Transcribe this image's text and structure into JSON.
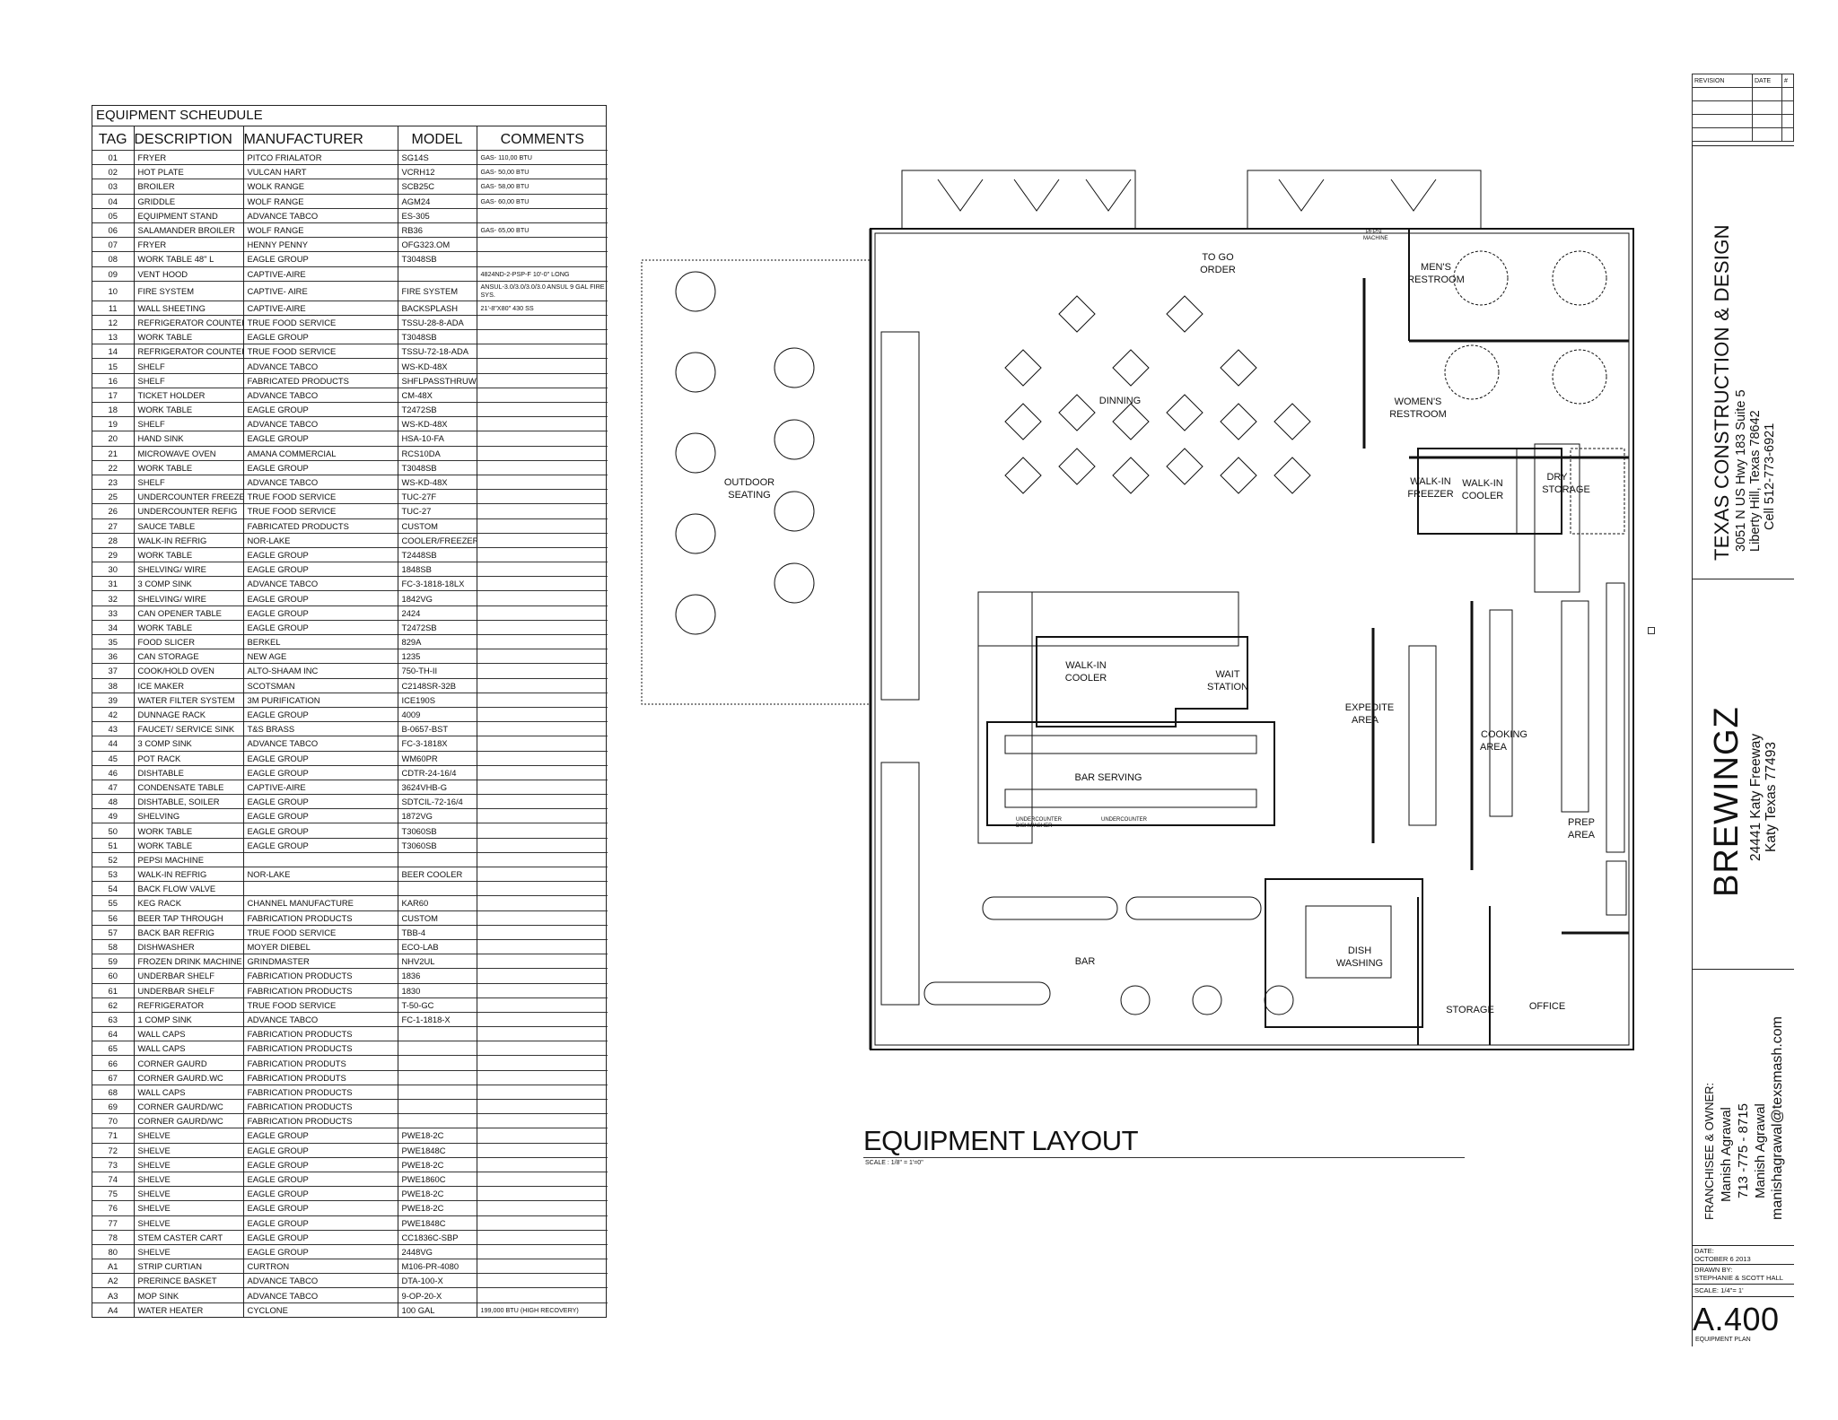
{
  "schedule": {
    "title": "EQUIPMENT SCHEUDULE",
    "headers": [
      "TAG",
      "DESCRIPTION",
      "MANUFACTURER",
      "MODEL",
      "COMMENTS"
    ],
    "rows": [
      [
        "01",
        "FRYER",
        "PITCO FRIALATOR",
        "SG14S",
        "GAS- 110,00 BTU"
      ],
      [
        "02",
        "HOT PLATE",
        "VULCAN HART",
        "VCRH12",
        "GAS- 50,00 BTU"
      ],
      [
        "03",
        "BROILER",
        "WOLK RANGE",
        "SCB25C",
        "GAS- 58,00 BTU"
      ],
      [
        "04",
        "GRIDDLE",
        "WOLF RANGE",
        "AGM24",
        "GAS- 60,00 BTU"
      ],
      [
        "05",
        "EQUIPMENT STAND",
        "ADVANCE TABCO",
        "ES-305",
        ""
      ],
      [
        "06",
        "SALAMANDER BROILER",
        "WOLF RANGE",
        "RB36",
        "GAS- 65,00 BTU"
      ],
      [
        "07",
        "FRYER",
        "HENNY PENNY",
        "OFG323.OM",
        ""
      ],
      [
        "08",
        "WORK TABLE 48\" L",
        "EAGLE GROUP",
        "T3048SB",
        ""
      ],
      [
        "09",
        "VENT HOOD",
        "CAPTIVE-AIRE",
        "",
        "4824ND-2-PSP-F 10'-0\" LONG"
      ],
      [
        "10",
        "FIRE SYSTEM",
        "CAPTIVE- AIRE",
        "FIRE SYSTEM",
        "ANSUL-3.0/3.0/3.0/3.0 ANSUL 9 GAL FIRE SYS."
      ],
      [
        "11",
        "WALL SHEETING",
        "CAPTIVE-AIRE",
        "BACKSPLASH",
        "21'-8\"X80\" 430 SS"
      ],
      [
        "12",
        "REFRIGERATOR COUNTER",
        "TRUE FOOD SERVICE",
        "TSSU-28-8-ADA",
        ""
      ],
      [
        "13",
        "WORK TABLE",
        "EAGLE GROUP",
        "T3048SB",
        ""
      ],
      [
        "14",
        "REFRIGERATOR COUNTER",
        "TRUE FOOD SERVICE",
        "TSSU-72-18-ADA",
        ""
      ],
      [
        "15",
        "SHELF",
        "ADVANCE TABCO",
        "WS-KD-48X",
        ""
      ],
      [
        "16",
        "SHELF",
        "FABRICATED PRODUCTS",
        "SHFLPASSTHRUWING",
        ""
      ],
      [
        "17",
        "TICKET HOLDER",
        "ADVANCE TABCO",
        "CM-48X",
        ""
      ],
      [
        "18",
        "WORK TABLE",
        "EAGLE GROUP",
        "T2472SB",
        ""
      ],
      [
        "19",
        "SHELF",
        "ADVANCE TABCO",
        "WS-KD-48X",
        ""
      ],
      [
        "20",
        "HAND SINK",
        "EAGLE GROUP",
        "HSA-10-FA",
        ""
      ],
      [
        "21",
        "MICROWAVE OVEN",
        "AMANA COMMERCIAL",
        "RCS10DA",
        ""
      ],
      [
        "22",
        "WORK TABLE",
        "EAGLE GROUP",
        "T3048SB",
        ""
      ],
      [
        "23",
        "SHELF",
        "ADVANCE TABCO",
        "WS-KD-48X",
        ""
      ],
      [
        "25",
        "UNDERCOUNTER FREEZER",
        "TRUE FOOD SERVICE",
        "TUC-27F",
        ""
      ],
      [
        "26",
        "UNDERCOUNTER REFIG",
        "TRUE FOOD SERVICE",
        "TUC-27",
        ""
      ],
      [
        "27",
        "SAUCE TABLE",
        "FABRICATED PRODUCTS",
        "CUSTOM",
        ""
      ],
      [
        "28",
        "WALK-IN REFRIG",
        "NOR-LAKE",
        "COOLER/FREEZER",
        ""
      ],
      [
        "29",
        "WORK TABLE",
        "EAGLE GROUP",
        "T2448SB",
        ""
      ],
      [
        "30",
        "SHELVING/ WIRE",
        "EAGLE GROUP",
        "1848SB",
        ""
      ],
      [
        "31",
        "3 COMP SINK",
        "ADVANCE TABCO",
        "FC-3-1818-18LX",
        ""
      ],
      [
        "32",
        "SHELVING/ WIRE",
        "EAGLE GROUP",
        "1842VG",
        ""
      ],
      [
        "33",
        "CAN OPENER TABLE",
        "EAGLE GROUP",
        "2424",
        ""
      ],
      [
        "34",
        "WORK TABLE",
        "EAGLE GROUP",
        "T2472SB",
        ""
      ],
      [
        "35",
        "FOOD SLICER",
        "BERKEL",
        "829A",
        ""
      ],
      [
        "36",
        "CAN STORAGE",
        "NEW AGE",
        "1235",
        ""
      ],
      [
        "37",
        "COOK/HOLD OVEN",
        "ALTO-SHAAM INC",
        "750-TH-II",
        ""
      ],
      [
        "38",
        "ICE MAKER",
        "SCOTSMAN",
        "C2148SR-32B",
        ""
      ],
      [
        "39",
        "WATER FILTER SYSTEM",
        "3M PURIFICATION",
        "ICE190S",
        ""
      ],
      [
        "42",
        "DUNNAGE RACK",
        "EAGLE GROUP",
        "4009",
        ""
      ],
      [
        "43",
        "FAUCET/ SERVICE SINK",
        "T&S BRASS",
        "B-0657-BST",
        ""
      ],
      [
        "44",
        "3 COMP SINK",
        "ADVANCE TABCO",
        "FC-3-1818X",
        ""
      ],
      [
        "45",
        "POT RACK",
        "EAGLE GROUP",
        "WM60PR",
        ""
      ],
      [
        "46",
        "DISHTABLE",
        "EAGLE GROUP",
        "CDTR-24-16/4",
        ""
      ],
      [
        "47",
        "CONDENSATE TABLE",
        "CAPTIVE-AIRE",
        "3624VHB-G",
        ""
      ],
      [
        "48",
        "DISHTABLE, SOILER",
        "EAGLE GROUP",
        "SDTCIL-72-16/4",
        ""
      ],
      [
        "49",
        "SHELVING",
        "EAGLE GROUP",
        "1872VG",
        ""
      ],
      [
        "50",
        "WORK TABLE",
        "EAGLE GROUP",
        "T3060SB",
        ""
      ],
      [
        "51",
        "WORK TABLE",
        "EAGLE GROUP",
        "T3060SB",
        ""
      ],
      [
        "52",
        "PEPSI MACHINE",
        "",
        "",
        ""
      ],
      [
        "53",
        "WALK-IN REFRIG",
        "NOR-LAKE",
        "BEER COOLER",
        ""
      ],
      [
        "54",
        "BACK FLOW VALVE",
        "",
        "",
        ""
      ],
      [
        "55",
        "KEG RACK",
        "CHANNEL MANUFACTURE",
        "KAR60",
        ""
      ],
      [
        "56",
        "BEER TAP THROUGH",
        "FABRICATION PRODUCTS",
        "CUSTOM",
        ""
      ],
      [
        "57",
        "BACK BAR REFRIG",
        "TRUE FOOD SERVICE",
        "TBB-4",
        ""
      ],
      [
        "58",
        "DISHWASHER",
        "MOYER DIEBEL",
        "ECO-LAB",
        ""
      ],
      [
        "59",
        "FROZEN DRINK MACHINE",
        "GRINDMASTER",
        "NHV2UL",
        ""
      ],
      [
        "60",
        "UNDERBAR SHELF",
        "FABRICATION PRODUCTS",
        "1836",
        ""
      ],
      [
        "61",
        "UNDERBAR SHELF",
        "FABRICATION PRODUCTS",
        "1830",
        ""
      ],
      [
        "62",
        "REFRIGERATOR",
        "TRUE FOOD SERVICE",
        "T-50-GC",
        ""
      ],
      [
        "63",
        "1 COMP SINK",
        "ADVANCE TABCO",
        "FC-1-1818-X",
        ""
      ],
      [
        "64",
        "WALL CAPS",
        "FABRICATION PRODUCTS",
        "",
        ""
      ],
      [
        "65",
        "WALL CAPS",
        "FABRICATION PRODUCTS",
        "",
        ""
      ],
      [
        "66",
        "CORNER GAURD",
        "FABRICATION PRODUTS",
        "",
        ""
      ],
      [
        "67",
        "CORNER GAURD.WC",
        "FABRICATION PRODUTS",
        "",
        ""
      ],
      [
        "68",
        "WALL CAPS",
        "FABRICATION PRODUCTS",
        "",
        ""
      ],
      [
        "69",
        "CORNER GAURD/WC",
        "FABRICATION PRODUCTS",
        "",
        ""
      ],
      [
        "70",
        "CORNER GAURD/WC",
        "FABRICATION PRODUCTS",
        "",
        ""
      ],
      [
        "71",
        "SHELVE",
        "EAGLE GROUP",
        "PWE18-2C",
        ""
      ],
      [
        "72",
        "SHELVE",
        "EAGLE GROUP",
        "PWE1848C",
        ""
      ],
      [
        "73",
        "SHELVE",
        "EAGLE GROUP",
        "PWE18-2C",
        ""
      ],
      [
        "74",
        "SHELVE",
        "EAGLE GROUP",
        "PWE1860C",
        ""
      ],
      [
        "75",
        "SHELVE",
        "EAGLE GROUP",
        "PWE18-2C",
        ""
      ],
      [
        "76",
        "SHELVE",
        "EAGLE GROUP",
        "PWE18-2C",
        ""
      ],
      [
        "77",
        "SHELVE",
        "EAGLE GROUP",
        "PWE1848C",
        ""
      ],
      [
        "78",
        "STEM CASTER CART",
        "EAGLE GROUP",
        "CC1836C-SBP",
        ""
      ],
      [
        "80",
        "SHELVE",
        "EAGLE GROUP",
        "2448VG",
        ""
      ],
      [
        "A1",
        "STRIP CURTIAN",
        "CURTRON",
        "M106-PR-4080",
        ""
      ],
      [
        "A2",
        "PRERINCE BASKET",
        "ADVANCE TABCO",
        "DTA-100-X",
        ""
      ],
      [
        "A3",
        "MOP SINK",
        "ADVANCE TABCO",
        "9-OP-20-X",
        ""
      ],
      [
        "A4",
        "WATER HEATER",
        "CYCLONE",
        "100 GAL",
        "199,000 BTU (HIGH RECOVERY)"
      ]
    ]
  },
  "plan": {
    "rooms": {
      "to_go": [
        "TO GO",
        "ORDER"
      ],
      "mens": [
        "MEN'S",
        "RESTROOM"
      ],
      "womens": [
        "WOMEN'S",
        "RESTROOM"
      ],
      "dinning": "DINNING",
      "outdoor": [
        "OUTDOOR",
        "SEATING"
      ],
      "walkin_freezer": [
        "WALK-IN",
        "FREEZER"
      ],
      "walkin_cooler": [
        "WALK-IN",
        "COOLER"
      ],
      "dry_storage": [
        "DRY",
        "STORAGE"
      ],
      "walkin_cooler_bar": [
        "WALK-IN",
        "COOLER"
      ],
      "wait_station": [
        "WAIT",
        "STATION"
      ],
      "bar_serving": "BAR SERVING",
      "expedite": [
        "EXPEDITE",
        "AREA"
      ],
      "cooking": [
        "COOKING",
        "AREA"
      ],
      "prep": [
        "PREP",
        "AREA"
      ],
      "bar": "BAR",
      "dish": [
        "DISH",
        "WASHING"
      ],
      "storage": "STORAGE",
      "office": "OFFICE"
    },
    "small_labels": {
      "pepsi": [
        "PEPSI",
        "MACHINE"
      ],
      "undercounter_dish": [
        "UNDERCOUNTER",
        "DISHWASHER"
      ],
      "undercounter": "UNDERCOUNTER"
    }
  },
  "layout": {
    "title": "EQUIPMENT LAYOUT",
    "scale": "SCALE : 1/8\" = 1'=0\""
  },
  "title_block": {
    "revision_headers": [
      "REVISION",
      "DATE",
      "#"
    ],
    "company": {
      "name": "TEXAS CONSTRUCTION & DESIGN",
      "address1": "3051 N US Hwy 183 Suite 5",
      "address2": "Liberty Hill, Texas 78642",
      "phone": "Cell 512-773-6921"
    },
    "project": {
      "name": "BREWINGZ",
      "address1": "24441 Katy Freeway",
      "address2": "Katy Texas 77493"
    },
    "owner": {
      "label": "FRANCHISEE & OWNER:",
      "name": "Manish Agrawal",
      "phone": "713 -775 - 8715",
      "name2": "Manish Agrawal",
      "email": "manishagrawal@texsmash.com"
    },
    "date_label": "DATE:",
    "date": "OCTOBER 6 2013",
    "drawn_label": "DRAWN BY:",
    "drawn_by": "STEPHANIE & SCOTT HALL",
    "scale": "SCALE: 1/4\"= 1'",
    "sheet": "A.400",
    "sheet_title": "EQUIPMENT PLAN"
  }
}
